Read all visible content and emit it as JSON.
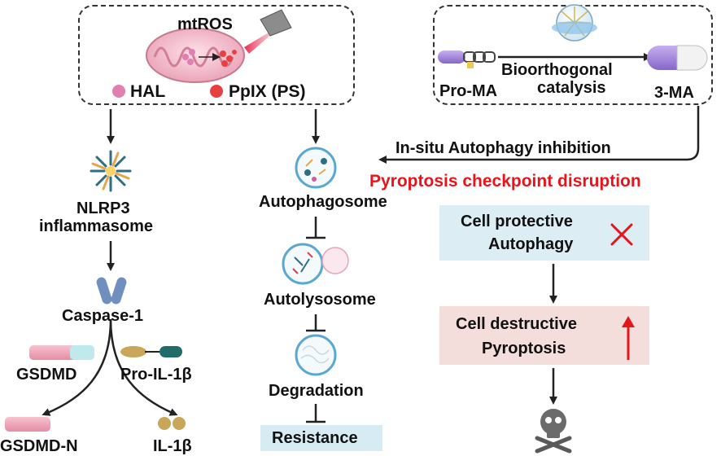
{
  "top_left": {
    "mtros": "mtROS",
    "hal": "HAL",
    "pplx": "PpIX (PS)"
  },
  "top_right": {
    "pro_ma": "Pro-MA",
    "bioorthogonal_line1": "Bioorthogonal",
    "bioorthogonal_line2": "catalysis",
    "three_ma": "3-MA"
  },
  "middle": {
    "in_situ": "In-situ Autophagy inhibition",
    "disruption": "Pyroptosis checkpoint disruption"
  },
  "left_chain": {
    "nlrp3_line1": "NLRP3",
    "nlrp3_line2": "inflammasome",
    "caspase": "Caspase-1",
    "gsdmd": "GSDMD",
    "pro_il": "Pro-IL-1β",
    "gsdmd_n": "GSDMD-N",
    "il1b": "IL-1β"
  },
  "center_chain": {
    "autophagosome": "Autophagosome",
    "autolysosome": "Autolysosome",
    "degradation": "Degradation",
    "resistance": "Resistance"
  },
  "right_chain": {
    "protective_line1": "Cell protective",
    "protective_line2": "Autophagy",
    "destructive_line1": "Cell destructive",
    "destructive_line2": "Pyroptosis"
  },
  "colors": {
    "red_text": "#e8141b",
    "protective_bg": "#dcedf4",
    "destructive_bg": "#f3dedb",
    "resistance_bg": "#d7ebf3",
    "pink": "#e07fb1",
    "red_dot": "#e64040"
  }
}
